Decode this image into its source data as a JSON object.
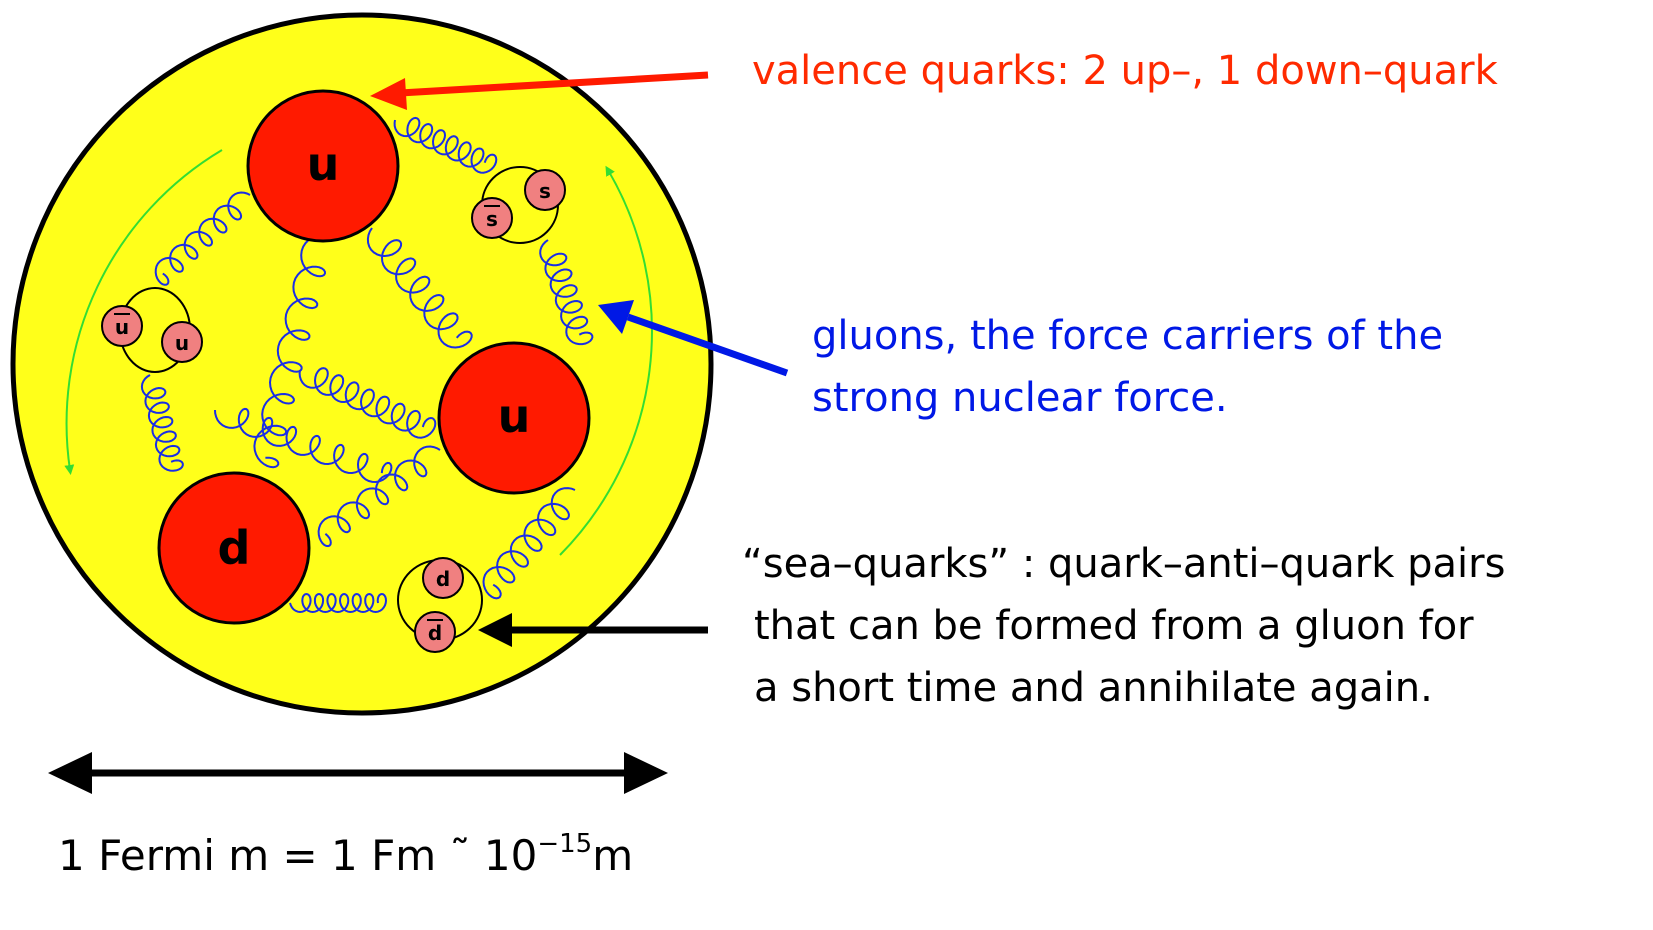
{
  "labels": {
    "valence": "valence quarks: 2 up–, 1 down–quark",
    "gluons": [
      "gluons, the force carriers of the",
      "strong nuclear force."
    ],
    "sea": [
      "“sea–quarks” : quark–anti–quark pairs",
      "that can be formed from a gluon for",
      "a short time and annihilate again."
    ],
    "scale_main": "1 Fermi m = 1 Fm ˜ 10",
    "scale_exp": "−15",
    "scale_unit": "m"
  },
  "quarks": {
    "valence_top": "u",
    "valence_right": "u",
    "valence_bottom": "d"
  },
  "sea_pairs": {
    "pair_top_right": [
      "s",
      "s"
    ],
    "pair_left": [
      "u",
      "u"
    ],
    "pair_bottom": [
      "d",
      "d"
    ]
  },
  "colors": {
    "proton_fill": "#ffff1a",
    "valence_quark": "#ff1a00",
    "sea_quark": "#f08080",
    "gluon": "#1a2ee6",
    "rotation_arrow": "#33dd33",
    "valence_pointer": "#ff1a00",
    "gluon_pointer": "#0018e6",
    "sea_pointer": "#000000",
    "scale_arrow": "#000000"
  }
}
